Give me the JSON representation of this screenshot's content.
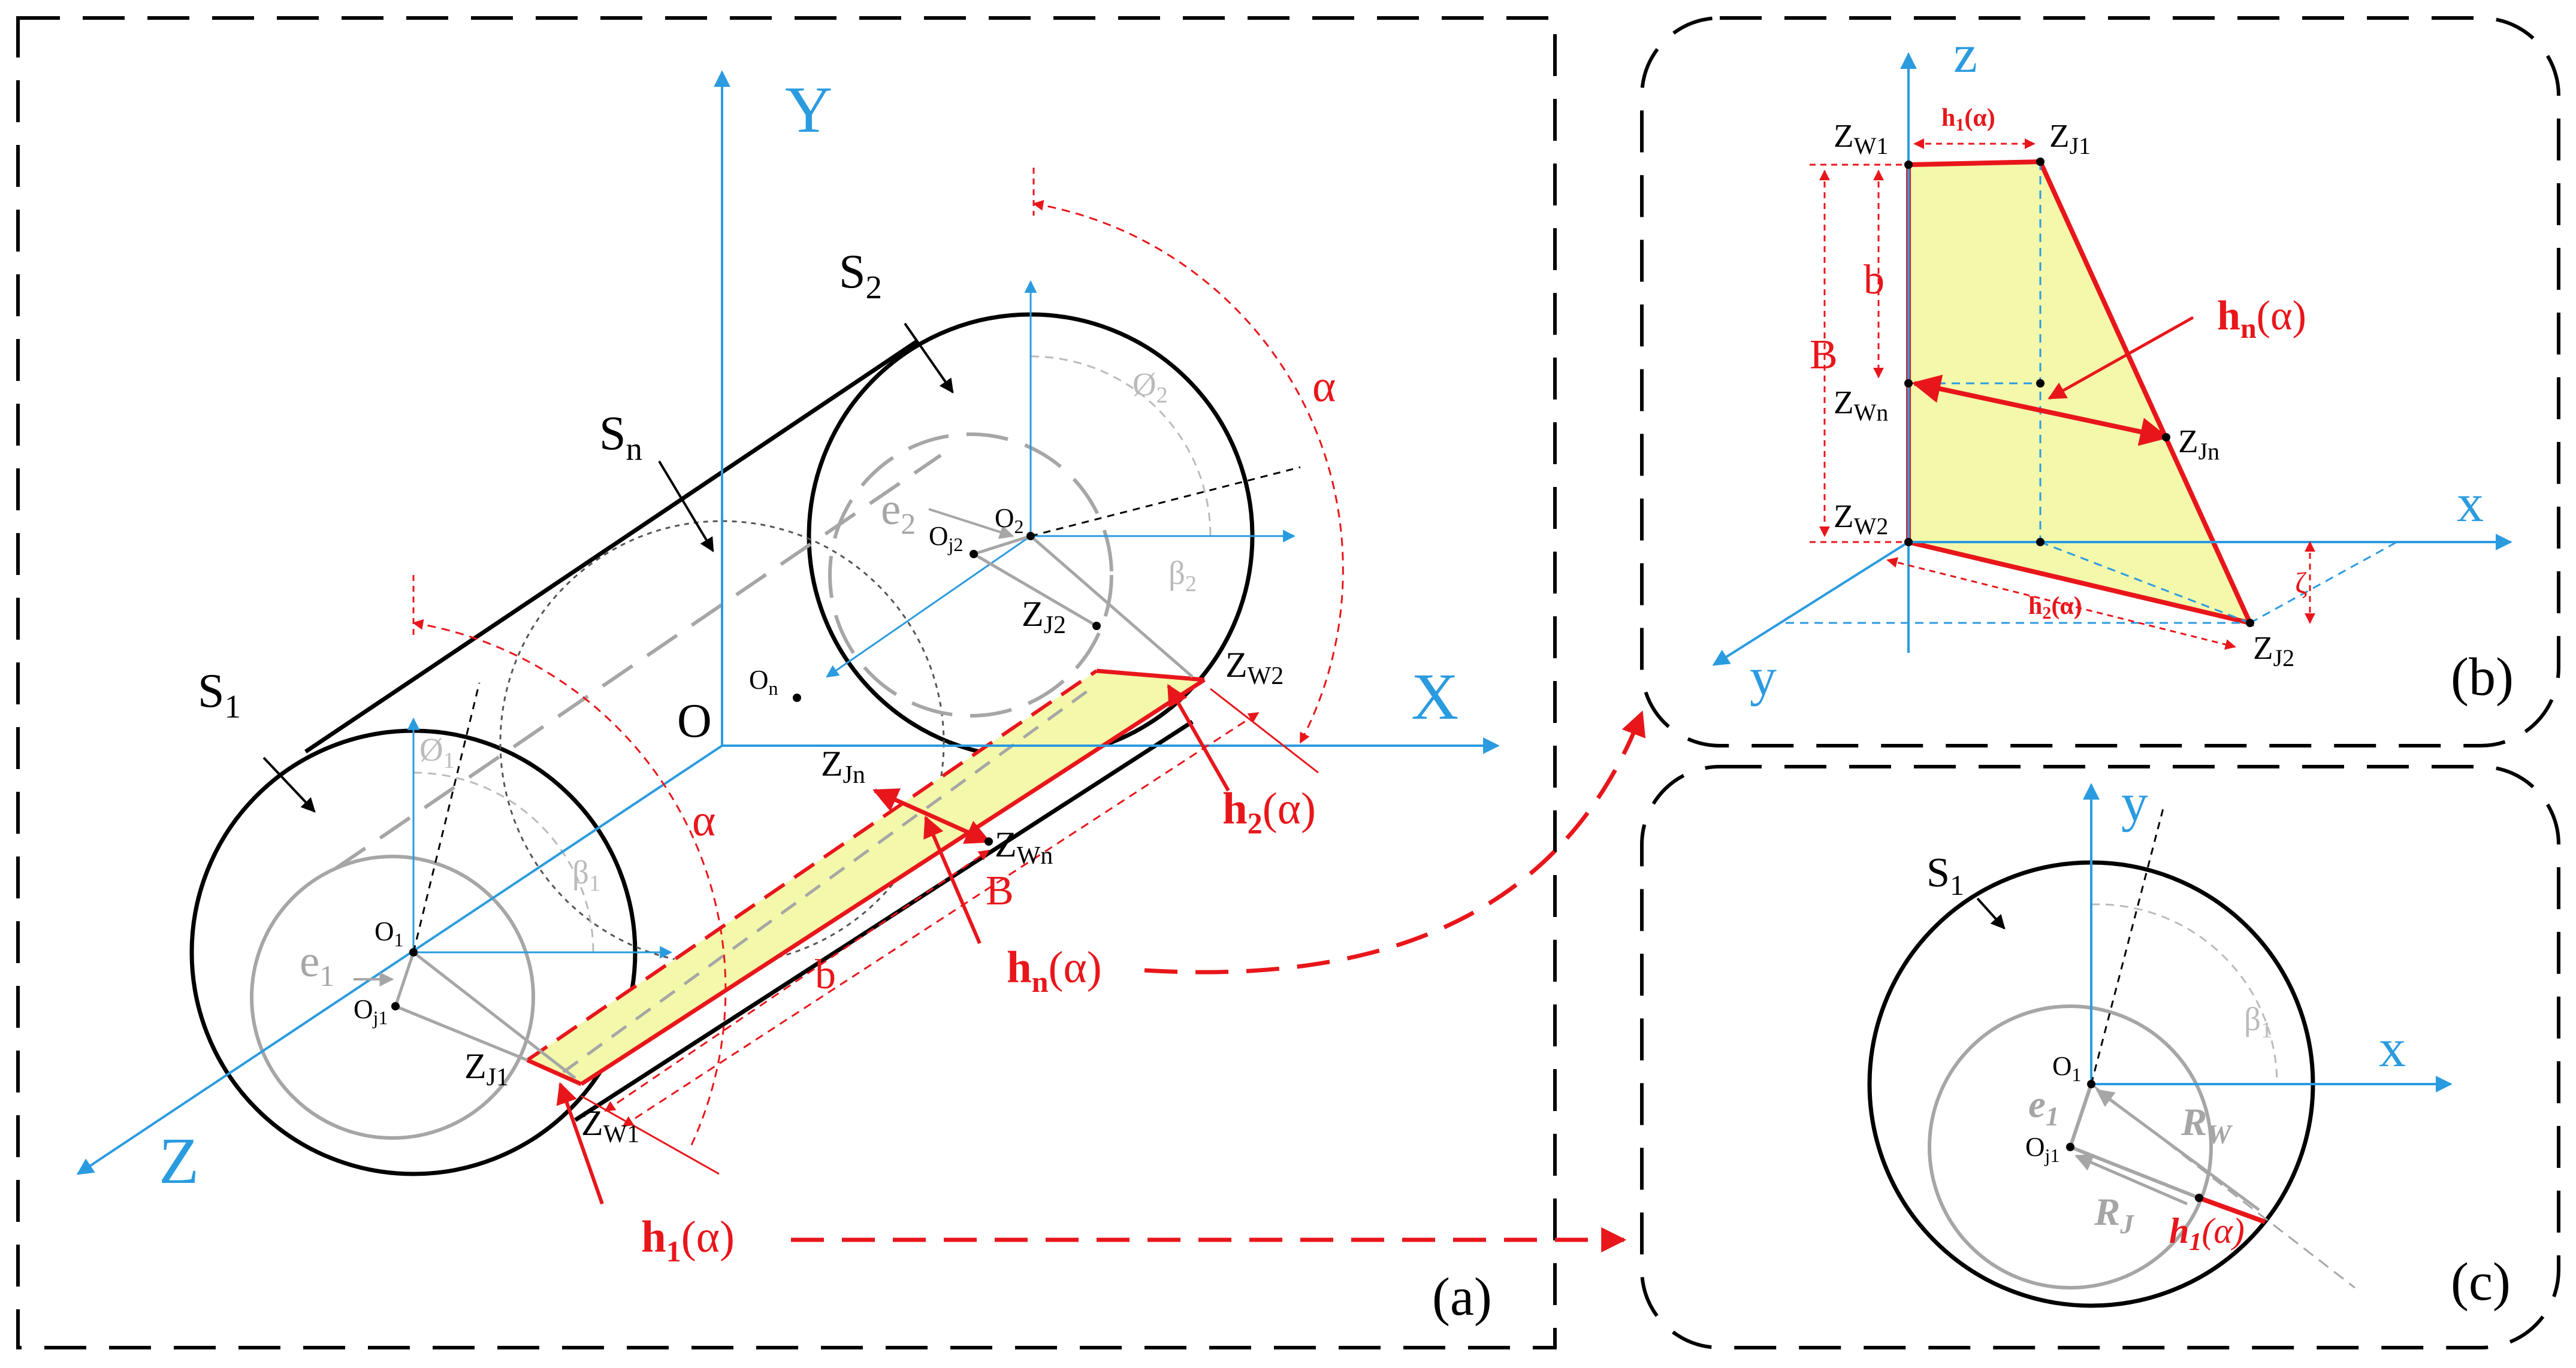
{
  "colors": {
    "axis": "#2b9be0",
    "red": "#e8161b",
    "fill": "#f4f8ab",
    "gray": "#a6a6a6",
    "black": "#000000"
  },
  "panel_a": {
    "label": "(a)",
    "axis_y": "Y",
    "axis_x": "X",
    "axis_z": "Z",
    "origin": "O",
    "s1": "S",
    "s1_sub": "1",
    "s2": "S",
    "s2_sub": "2",
    "sn": "S",
    "sn_sub": "n",
    "phi1": "Ø",
    "phi1_sub": "1",
    "phi2": "Ø",
    "phi2_sub": "2",
    "beta1": "β",
    "beta1_sub": "1",
    "beta2": "β",
    "beta2_sub": "2",
    "o1": "O",
    "o1_sub": "1",
    "o2": "O",
    "o2_sub": "2",
    "on": "O",
    "on_sub": "n",
    "oj1": "O",
    "oj1_sub": "j1",
    "oj2": "O",
    "oj2_sub": "j2",
    "e1": "e",
    "e1_sub": "1",
    "e2": "e",
    "e2_sub": "2",
    "alpha_top": "α",
    "alpha_left": "α",
    "zj1": "Z",
    "zj1_sub": "J1",
    "zw1": "Z",
    "zw1_sub": "W1",
    "zj2": "Z",
    "zj2_sub": "J2",
    "zw2": "Z",
    "zw2_sub": "W2",
    "zjn": "Z",
    "zjn_sub": "Jn",
    "zwn": "Z",
    "zwn_sub": "Wn",
    "b_cap": "B",
    "b_low": "b",
    "h1": "h",
    "h1_sub": "1",
    "h1_arg": "(α)",
    "h2": "h",
    "h2_sub": "2",
    "h2_arg": "(α)",
    "hn": "h",
    "hn_sub": "n",
    "hn_arg": "(α)"
  },
  "panel_b": {
    "label": "(b)",
    "axis_z": "z",
    "axis_x": "x",
    "axis_y": "y",
    "zw1": "Z",
    "zw1_sub": "W1",
    "zj1": "Z",
    "zj1_sub": "J1",
    "zwn": "Z",
    "zwn_sub": "Wn",
    "zjn": "Z",
    "zjn_sub": "Jn",
    "zw2": "Z",
    "zw2_sub": "W2",
    "zj2": "Z",
    "zj2_sub": "J2",
    "h1": "h",
    "h1_sub": "1",
    "h1_arg": "(α)",
    "h2": "h",
    "h2_sub": "2",
    "h2_arg": "(α)",
    "hn": "h",
    "hn_sub": "n",
    "hn_arg": "(α)",
    "b_low": "b",
    "b_cap": "B",
    "zeta": "ζ"
  },
  "panel_c": {
    "label": "(c)",
    "axis_y": "y",
    "axis_x": "x",
    "s1": "S",
    "s1_sub": "1",
    "beta1": "β",
    "beta1_sub": "1",
    "o1": "O",
    "o1_sub": "1",
    "oj1": "O",
    "oj1_sub": "j1",
    "e1": "e",
    "e1_sub": "1",
    "rw": "R",
    "rw_sub": "W",
    "rj": "R",
    "rj_sub": "J",
    "h1": "h",
    "h1_sub": "1",
    "h1_arg": "(α)"
  }
}
